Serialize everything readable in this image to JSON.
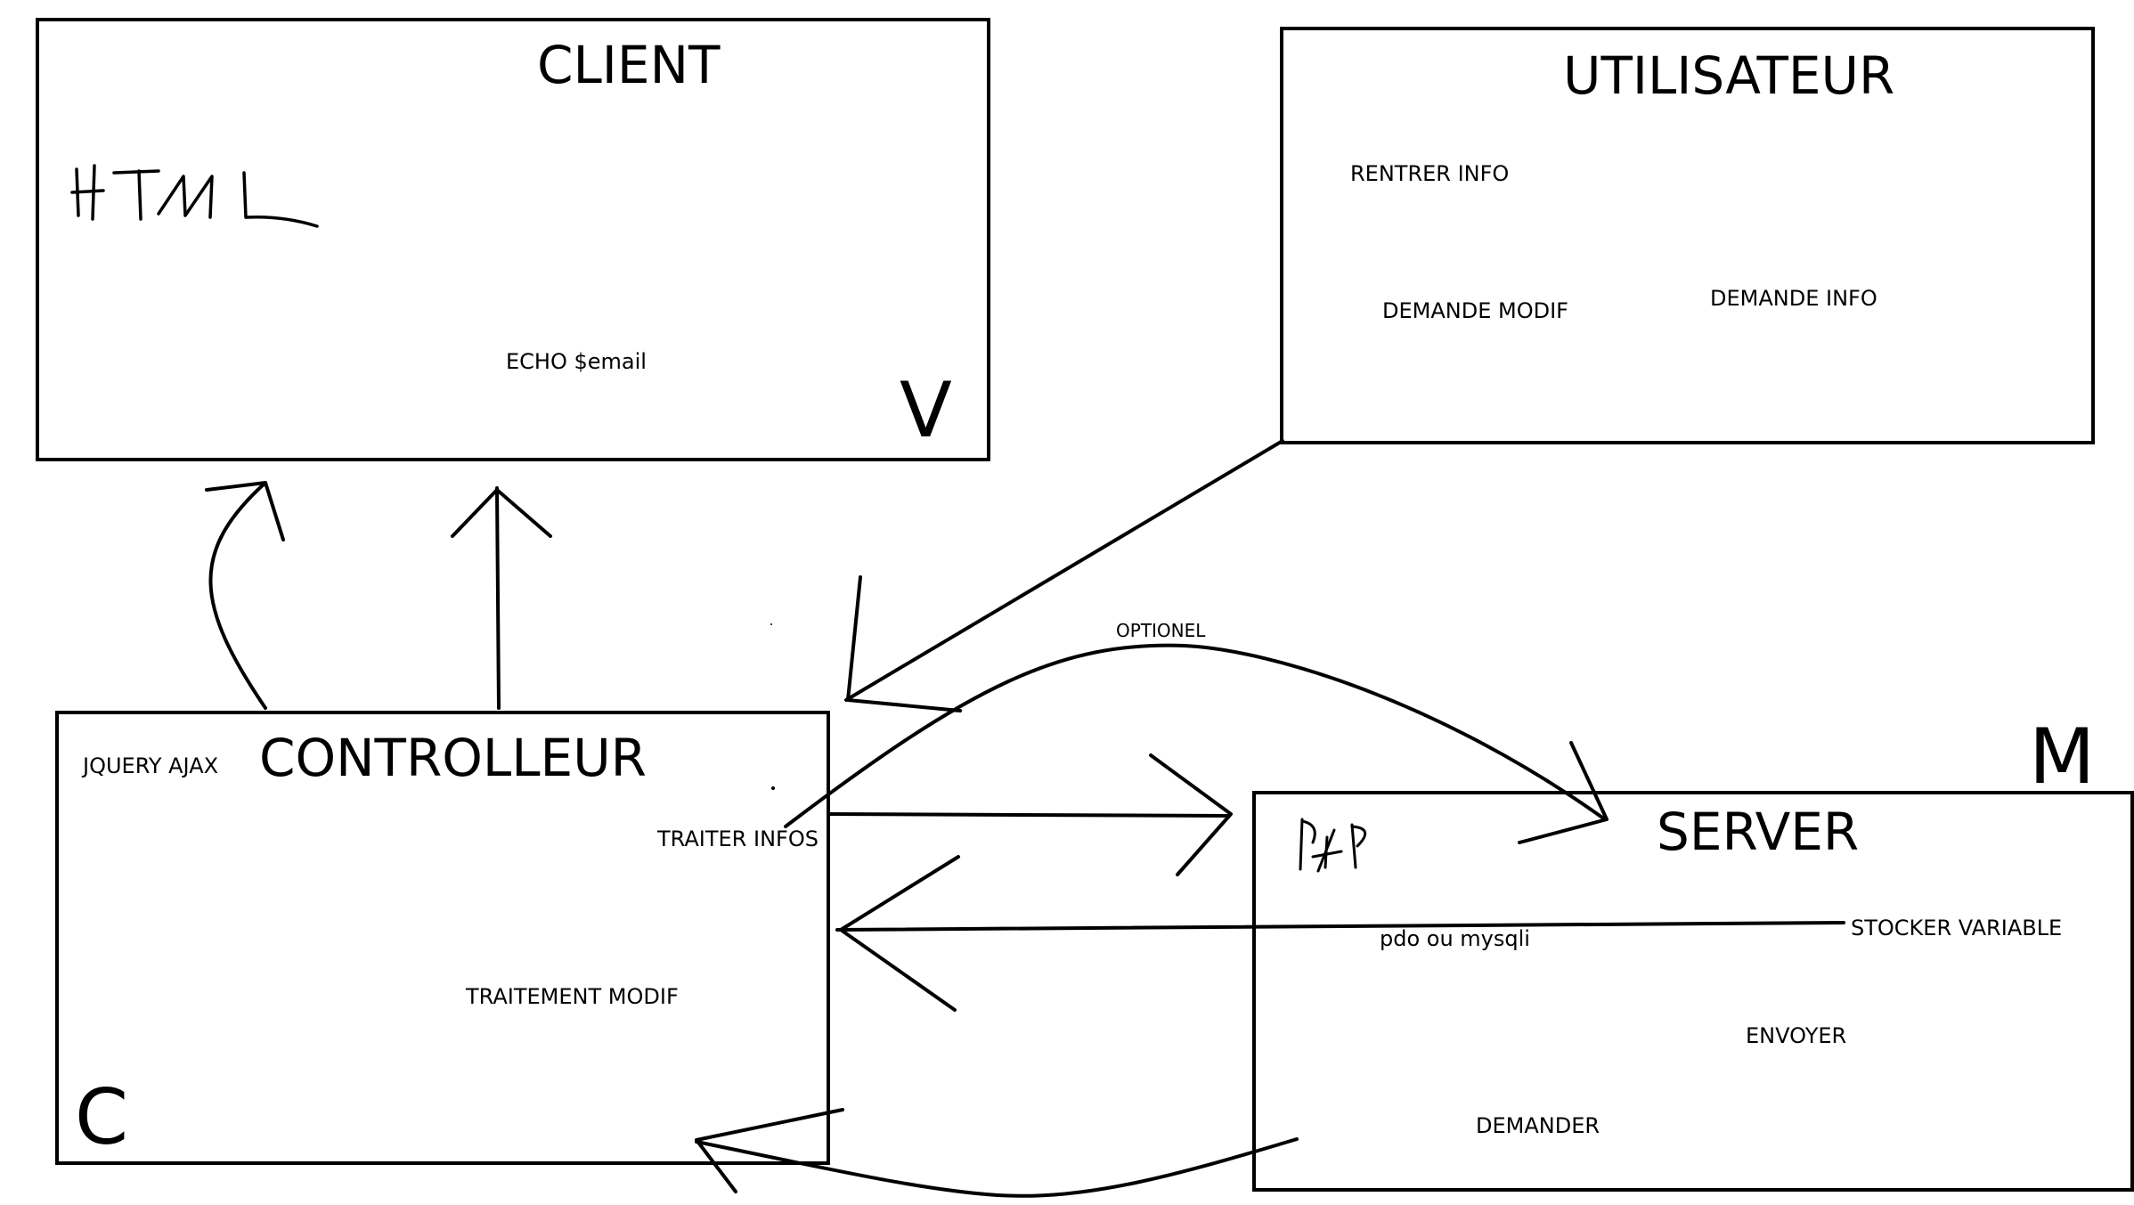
{
  "boxes": {
    "client": {
      "title": "CLIENT",
      "letter": "V",
      "notes": [
        "ECHO $email"
      ],
      "handwriting": "HTML"
    },
    "utilisateur": {
      "title": "UTILISATEUR",
      "notes": [
        "RENTRER INFO",
        "DEMANDE MODIF",
        "DEMANDE INFO"
      ]
    },
    "controlleur": {
      "title": "CONTROLLEUR",
      "letter": "C",
      "notes": [
        "JQUERY AJAX",
        "TRAITER INFOS",
        "TRAITEMENT MODIF"
      ]
    },
    "server": {
      "title": "SERVER",
      "letter": "M",
      "notes": [
        "pdo ou mysqli",
        "STOCKER VARIABLE",
        "ENVOYER",
        "DEMANDER"
      ],
      "handwriting": "PHP"
    }
  },
  "edge_labels": {
    "optional": "OPTIONEL"
  },
  "colors": {
    "ink": "#000000",
    "background": "#ffffff"
  }
}
